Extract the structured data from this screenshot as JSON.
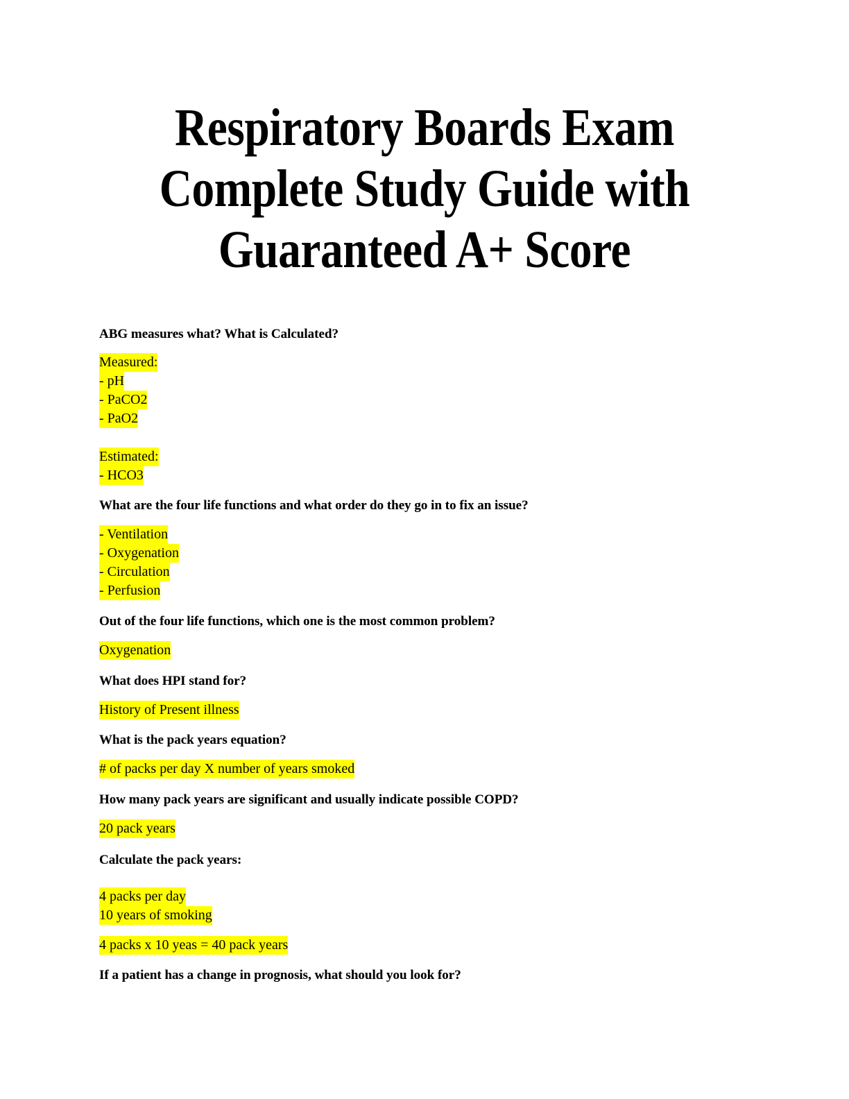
{
  "document": {
    "title_lines": [
      "Respiratory Boards Exam",
      "Complete Study Guide with",
      "Guaranteed A+ Score"
    ],
    "highlight_color": "#ffff00",
    "items": [
      {
        "question": "ABG measures what? What is Calculated?",
        "answer_blocks": [
          [
            "Measured:",
            "- pH",
            "- PaCO2",
            "- PaO2"
          ],
          [
            "Estimated:",
            "- HCO3"
          ]
        ]
      },
      {
        "question": "What are the four life functions and what order do they go in to fix an issue?",
        "answer_blocks": [
          [
            "- Ventilation",
            "- Oxygenation",
            "- Circulation",
            "- Perfusion"
          ]
        ]
      },
      {
        "question": "Out of the four life functions, which one is the most common problem?",
        "answer_blocks": [
          [
            "Oxygenation"
          ]
        ]
      },
      {
        "question": "What does HPI stand for?",
        "answer_blocks": [
          [
            "History of Present illness"
          ]
        ]
      },
      {
        "question": "What is the pack years equation?",
        "answer_blocks": [
          [
            "# of packs per day X number of years smoked"
          ]
        ]
      },
      {
        "question": "How many pack years are significant and usually indicate possible COPD?",
        "answer_blocks": [
          [
            "20 pack years"
          ]
        ]
      },
      {
        "question": "Calculate the pack years:",
        "answer_blocks": [
          [
            "4 packs per day",
            "10 years of smoking"
          ],
          [
            "4 packs x 10 yeas = 40 pack years"
          ]
        ]
      },
      {
        "question": "If a patient has a change in prognosis, what should you look for?",
        "answer_blocks": []
      }
    ]
  }
}
